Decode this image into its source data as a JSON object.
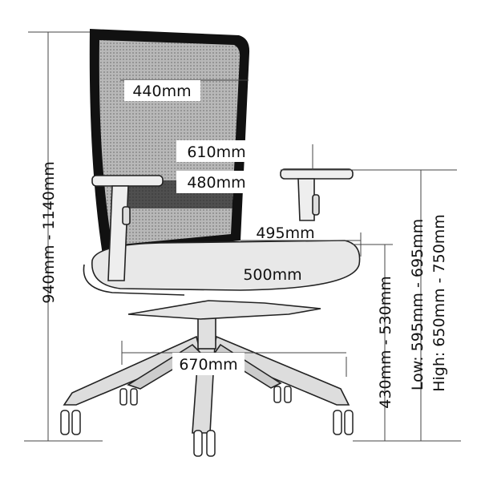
{
  "dimensions": {
    "backrest_width": "440mm",
    "arm_outer_width": "610mm",
    "arm_inner_width": "480mm",
    "seat_depth": "495mm",
    "seat_width": "500mm",
    "base_width": "670mm",
    "overall_height": "940mm - 1140mm",
    "seat_height": "430mm - 530mm",
    "arm_height_low": "Low: 595mm - 695mm",
    "arm_height_high": "High: 650mm - 750mm"
  }
}
